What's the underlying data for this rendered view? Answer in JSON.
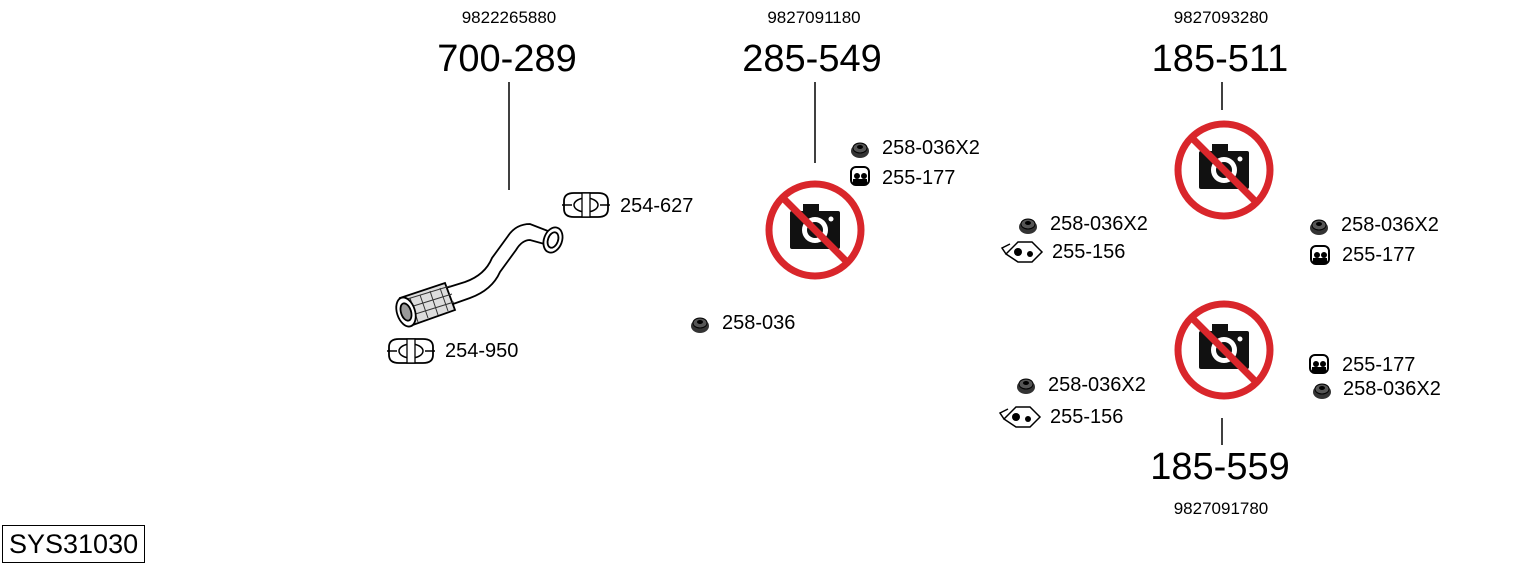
{
  "parts": [
    {
      "oe": "9822265880",
      "number": "700-289"
    },
    {
      "oe": "9827091180",
      "number": "285-549"
    },
    {
      "oe": "9827093280",
      "number": "185-511"
    },
    {
      "oe": "9827091780",
      "number": "185-559"
    }
  ],
  "accessories": {
    "a1": "254-627",
    "a2": "254-950",
    "b1": "258-036X2",
    "b2": "255-177",
    "b3": "258-036",
    "c1": "258-036X2",
    "c2": "255-156",
    "c3": "258-036X2",
    "c4": "255-177",
    "d1": "258-036X2",
    "d2": "255-156",
    "d3": "255-177",
    "d4": "258-036X2"
  },
  "system_id": "SYS31030",
  "colors": {
    "no_image": "#d9262b",
    "line": "#000000"
  },
  "icons": {
    "placeholder": "no-camera-icon",
    "clamp": "clamp-icon",
    "nut": "nut-icon",
    "hanger": "rubber-hanger-icon",
    "mount": "mount-bracket-icon"
  }
}
